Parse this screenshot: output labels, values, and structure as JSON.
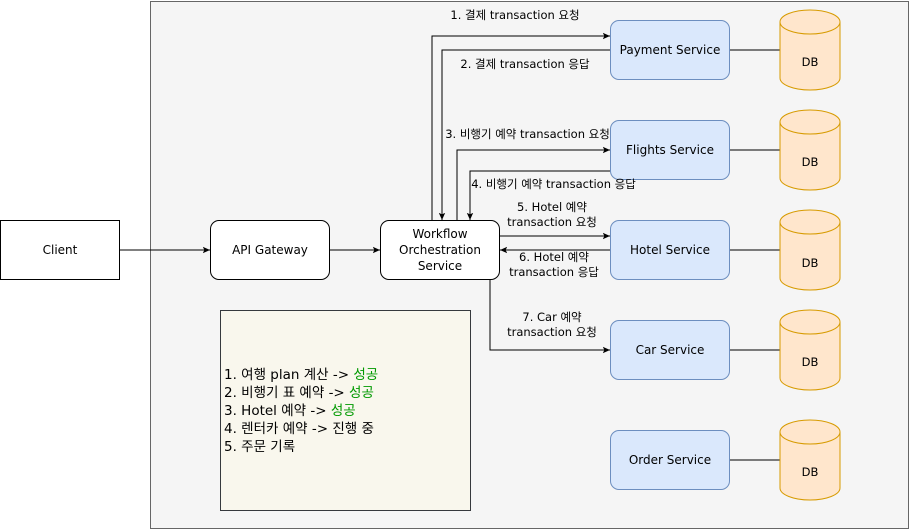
{
  "nodes": {
    "client": "Client",
    "gateway": "API Gateway",
    "orchestrator": "Workflow\nOrchestration Service",
    "payment": "Payment Service",
    "flights": "Flights Service",
    "hotel": "Hotel Service",
    "car": "Car Service",
    "order": "Order Service",
    "db": "DB"
  },
  "edges": {
    "e1": "1. 결제 transaction 요청",
    "e2": "2. 결제 transaction 응답",
    "e3": "3. 비행기 예약 transaction 요청",
    "e4": "4. 비행기 예약 transaction 응답",
    "e5": "5. Hotel 예약\ntransaction 요청",
    "e6": "6. Hotel 예약\ntransaction 응답",
    "e7": "7. Car 예약\ntransaction 요청"
  },
  "note": [
    {
      "text": "1. 여행 plan 계산 -> ",
      "status": "성공"
    },
    {
      "text": "2. 비행기 표 예약 -> ",
      "status": "성공"
    },
    {
      "text": "3. Hotel 예약 -> ",
      "status": "성공"
    },
    {
      "text": "4. 렌터카 예약 -> 진행 중",
      "status": ""
    },
    {
      "text": "5. 주문 기록",
      "status": ""
    }
  ],
  "colors": {
    "service_fill": "#dae8fc",
    "service_stroke": "#6c8ebf",
    "db_fill": "#ffe6cc",
    "db_stroke": "#d79b00",
    "success_text": "#009900",
    "note_fill": "#f9f7ed"
  }
}
